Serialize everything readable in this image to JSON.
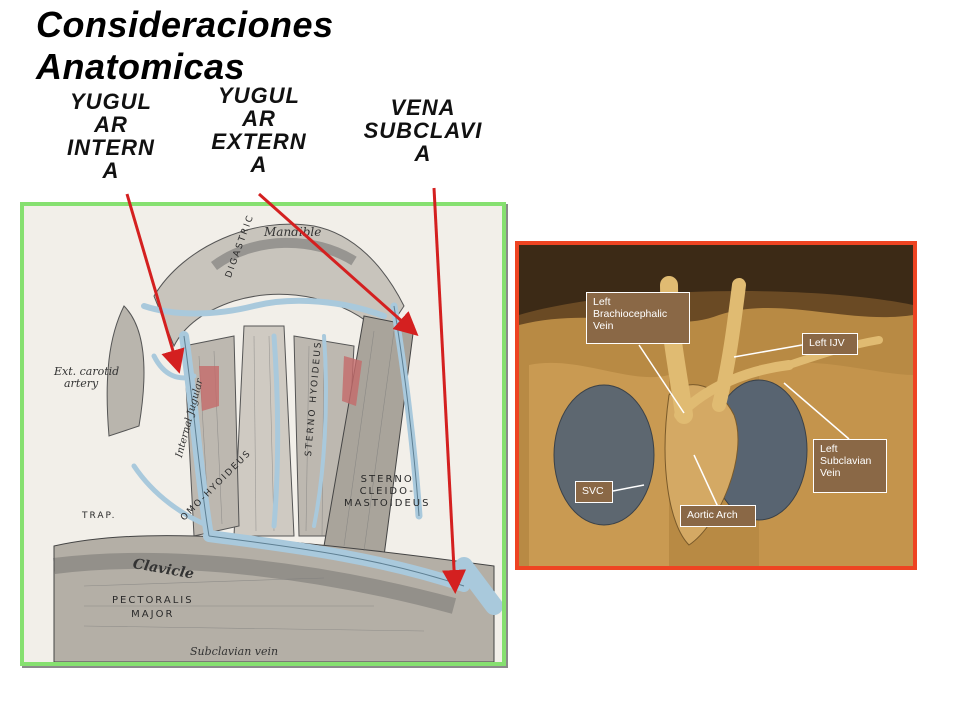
{
  "slide": {
    "title": "Consideraciones Anatomicas"
  },
  "labels": {
    "internal": [
      "YUGUL",
      "AR",
      "INTERN",
      "A"
    ],
    "external": [
      "YUGUL",
      "AR",
      "EXTERN",
      "A"
    ],
    "subclavian": [
      "VENA",
      "SUBCLAVI",
      "A"
    ]
  },
  "engraving": {
    "mandible": "Mandible",
    "ext_carotid": [
      "Ext. carotid",
      "artery"
    ],
    "omo_hyoideus": "OMO-HYOIDEUS",
    "sterno_hyoideus": "STERNO HYOIDEUS",
    "sterno_mastoideus": [
      "STERNO",
      "CLEIDO-",
      "MASTOIDEUS"
    ],
    "trap": "TRAP.",
    "clavicle": "Clavicle",
    "pectoralis": [
      "PECTORALIS",
      "MAJOR"
    ],
    "subclavian_vein": "Subclavian vein",
    "internal_jugular": "Internal Jugular",
    "digastric": "DIGASTRIC"
  },
  "photo_captions": {
    "left_brachiocephalic": [
      "Left",
      "Brachiocephalic",
      "Vein"
    ],
    "left_ijv": "Left IJV",
    "left_subclavian": [
      "Left",
      "Subclavian",
      "Vein"
    ],
    "svc": "SVC",
    "aortic_arch": "Aortic Arch"
  },
  "colors": {
    "left_frame": "#86e070",
    "right_frame": "#ee4422",
    "arrow": "#d42020",
    "vein": "#a9c9dc"
  }
}
